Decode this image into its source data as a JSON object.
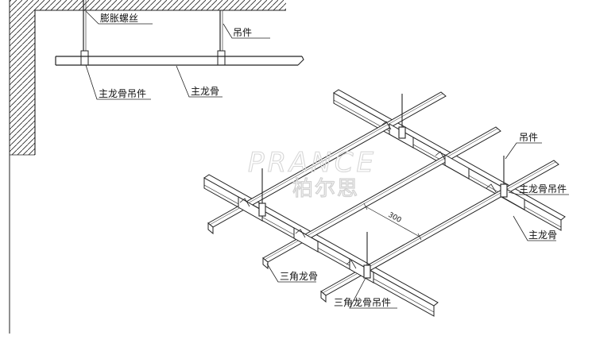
{
  "labels": {
    "expansion_bolt": "膨胀螺丝",
    "hanger_top": "吊件",
    "main_keel_hanger_top": "主龙骨吊件",
    "main_keel_top": "主龙骨",
    "hanger_right": "吊件",
    "main_keel_hanger_right": "主龙骨吊件",
    "main_keel_right": "主龙骨",
    "triangle_keel": "三角龙骨",
    "triangle_keel_hanger": "三角龙骨吊件",
    "spacing": "300"
  },
  "watermark": {
    "brand_en": "PRANCE",
    "brand_cn": "柏尔思"
  }
}
